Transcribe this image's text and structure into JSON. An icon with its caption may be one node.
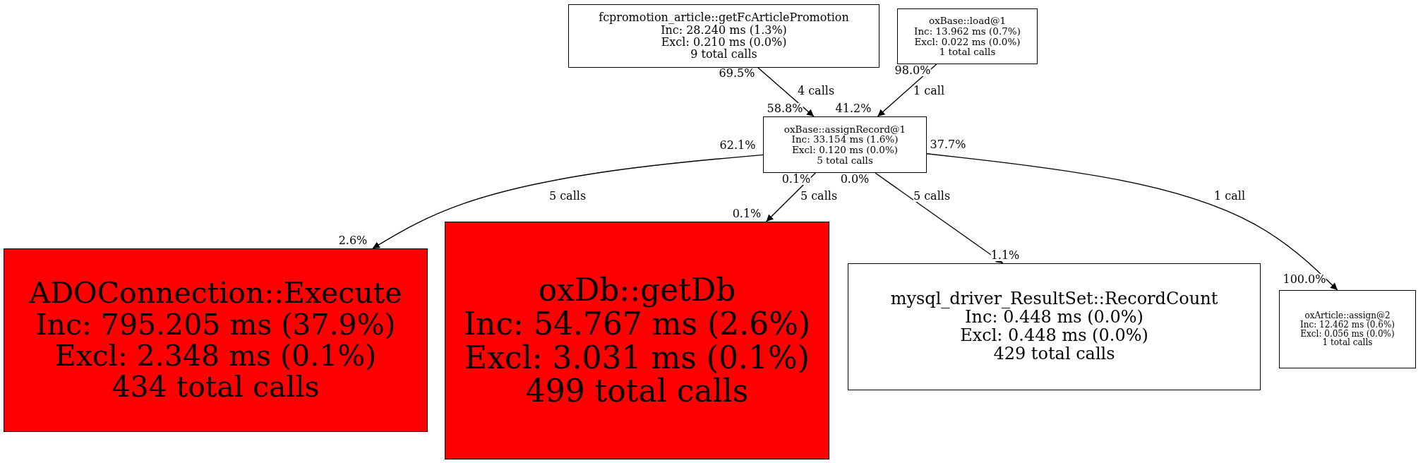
{
  "diagram": {
    "nodes": [
      {
        "text": [
          "fcpromotion_article::getFcArticlePromotion",
          "Inc: 28.240 ms (1.3%)",
          "Excl: 0.210 ms (0.0%)",
          "9 total calls"
        ]
      },
      {
        "text": [
          "oxBase::load@1",
          "Inc: 13.962 ms (0.7%)",
          "Excl: 0.022 ms (0.0%)",
          "1 total calls"
        ]
      },
      {
        "text": [
          "oxBase::assignRecord@1",
          "Inc: 33.154 ms (1.6%)",
          "Excl: 0.120 ms (0.0%)",
          "5 total calls"
        ]
      },
      {
        "text": [
          "ADOConnection::Execute",
          "Inc: 795.205 ms (37.9%)",
          "Excl: 2.348 ms (0.1%)",
          "434 total calls"
        ]
      },
      {
        "text": [
          "oxDb::getDb",
          "Inc: 54.767 ms (2.6%)",
          "Excl: 3.031 ms (0.1%)",
          "499 total calls"
        ]
      },
      {
        "text": [
          "mysql_driver_ResultSet::RecordCount",
          "Inc: 0.448 ms (0.0%)",
          "Excl: 0.448 ms (0.0%)",
          "429 total calls"
        ]
      },
      {
        "text": [
          "oxArticle::assign@2",
          "Inc: 12.462 ms (0.6%)",
          "Excl: 0.056 ms (0.0%)",
          "1 total calls"
        ]
      }
    ],
    "edges": [
      {
        "from": 0,
        "to": 2,
        "arrow": "to",
        "label": "4 calls"
      },
      {
        "from": 1,
        "to": 2,
        "arrow": "to",
        "label": "1 call"
      },
      {
        "from": 2,
        "to": 3,
        "arrow": "to",
        "label": "5 calls"
      },
      {
        "from": 2,
        "to": 4,
        "arrow": "to",
        "label": "5 calls"
      },
      {
        "from": 2,
        "to": 5,
        "arrow": "to",
        "label": "5 calls"
      },
      {
        "from": 2,
        "to": 6,
        "arrow": "to",
        "label": "1 call"
      }
    ],
    "labels": [
      "69.5%",
      "98.0%",
      "58.8%",
      "41.2%",
      "62.1%",
      "37.7%",
      "0.1%",
      "0.0%",
      "0.1%",
      "2.6%",
      "1.1%",
      "100.0%"
    ]
  }
}
